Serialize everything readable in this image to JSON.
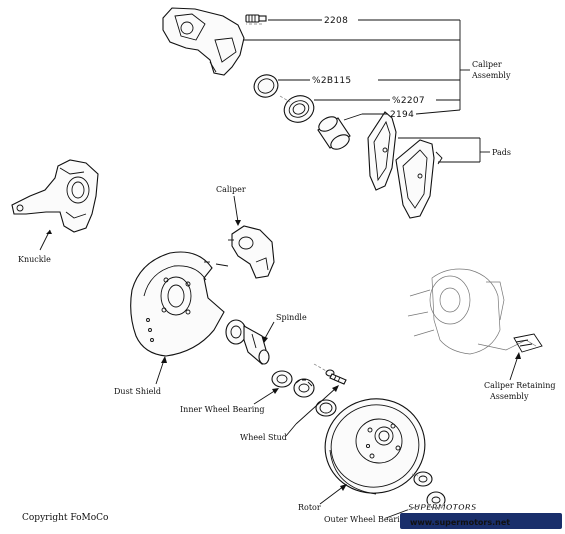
{
  "callouts": {
    "n2208": "2208",
    "n2b115": "%2B115",
    "n2207": "%2207",
    "n2194": "2194"
  },
  "labels": {
    "caliper_assembly_1": "Caliper",
    "caliper_assembly_2": "Assembly",
    "pads": "Pads",
    "knuckle": "Knuckle",
    "caliper": "Caliper",
    "spindle": "Spindle",
    "dust_shield": "Dust Shield",
    "inner_wheel_bearing": "Inner Wheel Bearing",
    "wheel_stud": "Wheel Stud",
    "rotor": "Rotor",
    "outer_wheel_bearing": "Outer Wheel Bearing",
    "caliper_retaining_1": "Caliper Retaining",
    "caliper_retaining_2": "Assembly"
  },
  "copyright": "Copyright FoMoCo",
  "watermark": {
    "logo": "SUPERMOTORS",
    "url": "www.supermotors.net",
    "colors": {
      "red": "#d2231b",
      "navy": "#1a2f6b"
    }
  }
}
